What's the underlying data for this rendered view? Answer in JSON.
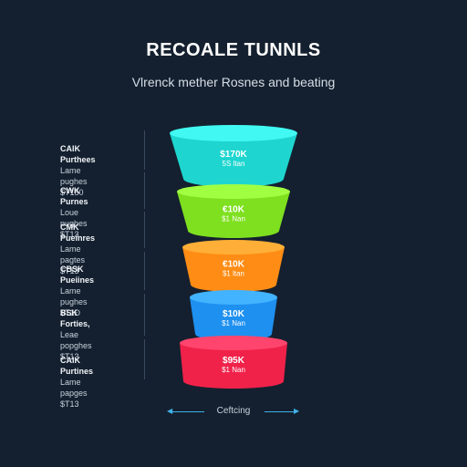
{
  "chart_data": {
    "type": "funnel",
    "title": "RECOALE TUNNLS",
    "subtitle": "Vlrenck mether Rosnes and beating",
    "footer": "Ceftcing",
    "stages": [
      {
        "name": "CAIK Purthees",
        "detail": "Lame pughes $T150",
        "value_label": "$170K",
        "sub_label": "5S ltan",
        "color": "#1ed6cf"
      },
      {
        "name": "CWK Purnes",
        "detail": "Loue pughes $T13",
        "value_label": "€10K",
        "sub_label": "$1 Nan",
        "color": "#7ee01f"
      },
      {
        "name": "CMK Pueinres",
        "detail": "Lame pagtes $T13",
        "value_label": "€10K",
        "sub_label": "$1 ltan",
        "color": "#ff8c14"
      },
      {
        "name": "CBSK Pueiines",
        "detail": "Lame pughes $T1Ð",
        "value_label": "$10K",
        "sub_label": "$1 Nan",
        "color": "#1e90f0"
      },
      {
        "name": "BSK Forties,",
        "detail": "Leae popghes $T13",
        "value_label": "$10K",
        "sub_label": "$1 Nan",
        "color": "#1e90f0"
      },
      {
        "name": "CAIK Purtines",
        "detail": "Lame papges $T13",
        "value_label": "$95K",
        "sub_label": "$1 Nan",
        "color": "#f0224a"
      }
    ]
  }
}
